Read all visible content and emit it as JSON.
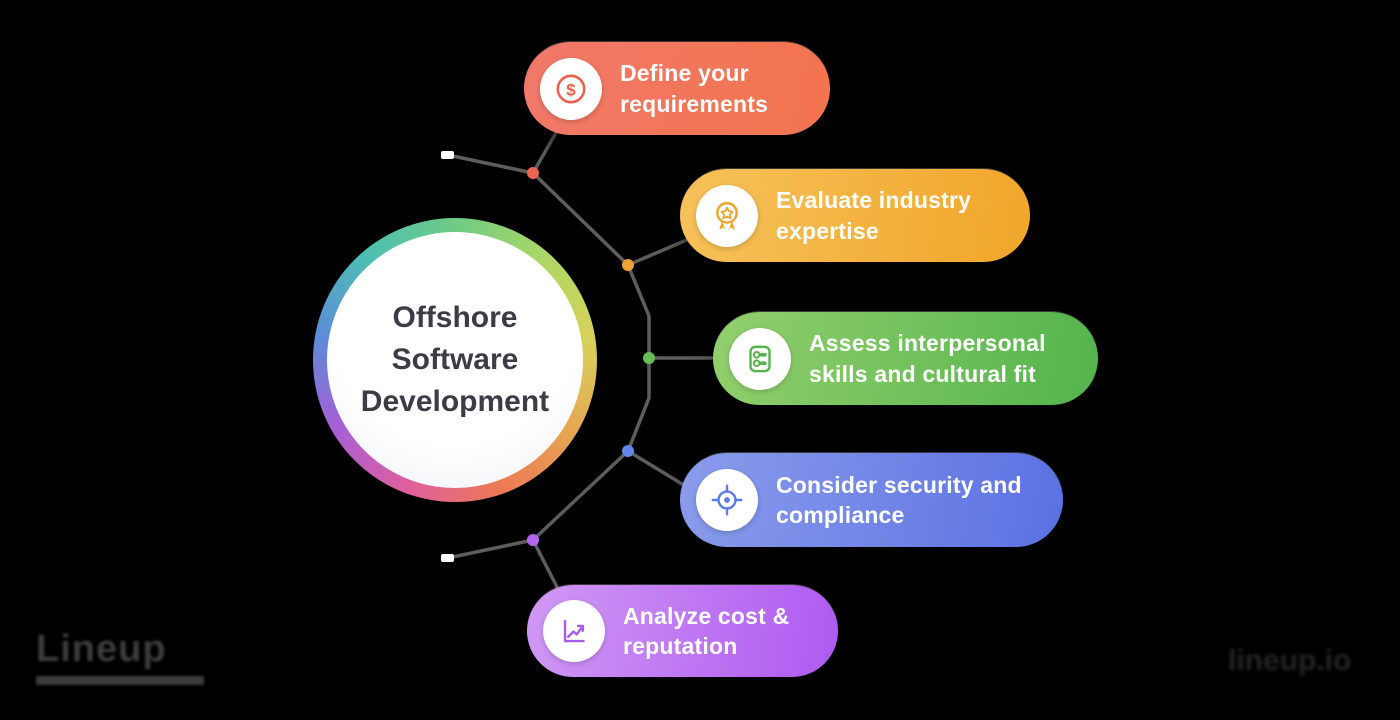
{
  "title": {
    "lines": [
      "Offshore",
      "Software",
      "Development"
    ]
  },
  "items": [
    {
      "label": "Define your requirements",
      "icon": "dollar-circle-icon",
      "color_from": "#f1796a",
      "color_to": "#f3744d",
      "icon_color": "#ee5f4b",
      "dot_color": "#ee6352"
    },
    {
      "label": "Evaluate industry expertise",
      "icon": "medal-icon",
      "color_from": "#f6c25a",
      "color_to": "#f1a52a",
      "icon_color": "#efa32b",
      "dot_color": "#eda233"
    },
    {
      "label": "Assess interpersonal skills and cultural fit",
      "icon": "toggle-switches-icon",
      "color_from": "#93cf6d",
      "color_to": "#53b44c",
      "icon_color": "#57b44e",
      "dot_color": "#67c057"
    },
    {
      "label": "Consider security and compliance",
      "icon": "target-icon",
      "color_from": "#8b9cec",
      "color_to": "#5a71e2",
      "icon_color": "#5b7ce8",
      "dot_color": "#6286ea"
    },
    {
      "label": "Analyze cost & reputation",
      "icon": "line-chart-icon",
      "color_from": "#d099f4",
      "color_to": "#af59f1",
      "icon_color": "#a85cf0",
      "dot_color": "#b266f0"
    }
  ],
  "connector": {
    "line_color": "#5d5d5d",
    "endpoint_color": "#ffffff"
  },
  "ring_colors": [
    "#6ecb86",
    "#aad766",
    "#d6d25a",
    "#e5a853",
    "#ec7a55",
    "#df5f9d",
    "#a75fd6",
    "#5c8cd8",
    "#4dbfb2",
    "#6ecb86"
  ],
  "watermarks": {
    "left_text": "Lineup",
    "right_text": "lineup.io"
  }
}
